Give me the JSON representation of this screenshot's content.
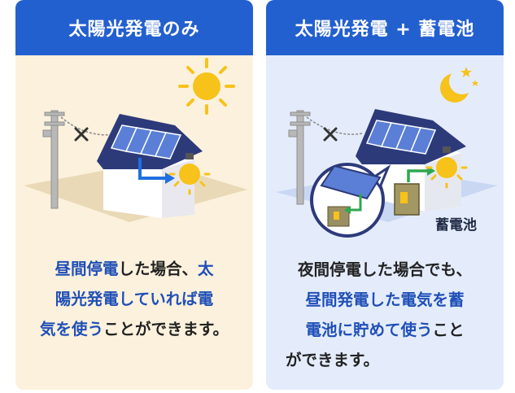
{
  "left": {
    "header": "太陽光発電のみ",
    "body_lines": [
      [
        {
          "t": "昼間停電",
          "hl": true
        },
        {
          "t": "した場合、",
          "hl": false
        },
        {
          "t": "太",
          "hl": true
        }
      ],
      [
        {
          "t": "陽光発電していれば電",
          "hl": true
        }
      ],
      [
        {
          "t": "気を使う",
          "hl": true
        },
        {
          "t": "ことができます。",
          "hl": false
        }
      ]
    ],
    "icons": [
      "sun-icon",
      "utility-pole-icon",
      "cross-icon",
      "house-icon",
      "solar-panel-icon",
      "light-bulb-icon",
      "arrow-icon"
    ]
  },
  "right": {
    "header": "太陽光発電 + 蓄電池",
    "battery_label": "蓄電池",
    "body_lines": [
      [
        {
          "t": "夜間停電した場合でも、",
          "hl": false
        }
      ],
      [
        {
          "t": "昼間発電した電気を蓄",
          "hl": true
        }
      ],
      [
        {
          "t": "電池に貯めて使う",
          "hl": true
        },
        {
          "t": "こと",
          "hl": false
        }
      ],
      [
        {
          "t": "ができます。",
          "hl": false
        }
      ]
    ],
    "icons": [
      "moon-icon",
      "utility-pole-icon",
      "cross-icon",
      "house-icon",
      "solar-panel-icon",
      "light-bulb-icon",
      "battery-icon",
      "arrow-icon"
    ]
  },
  "colors": {
    "header_blue": "#2360cf",
    "highlight": "#1f4fb7",
    "left_bg": "#fcf1dc",
    "right_bg": "#e4ecfb"
  }
}
